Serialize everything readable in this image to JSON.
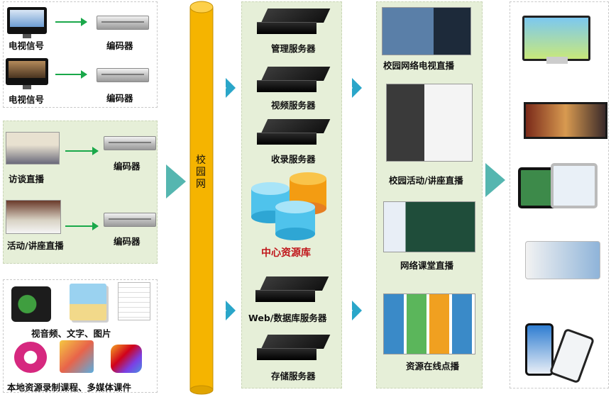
{
  "sources": {
    "tv_signal_1": "电视信号",
    "encoder_1": "编码器",
    "tv_signal_2": "电视信号",
    "encoder_2": "编码器",
    "interview_live": "访谈直播",
    "encoder_3": "编码器",
    "activity_lecture_live": "活动/讲座直播",
    "encoder_4": "编码器",
    "media_types": "视音频、文字、图片",
    "local_recording": "本地资源录制课程、多媒体课件"
  },
  "network": {
    "label": "校园网"
  },
  "servers": {
    "management": "管理服务器",
    "video": "视频服务器",
    "recording": "收录服务器",
    "central_library": "中心资源库",
    "web_db": "Web/数据库服务器",
    "storage": "存储服务器"
  },
  "services": {
    "campus_tv_live": "校园网络电视直播",
    "campus_activity_live": "校园活动/讲座直播",
    "online_class_live": "网络课堂直播",
    "resource_vod": "资源在线点播"
  },
  "colors": {
    "green_panel": "#e6efd8",
    "network_bar": "#f5b400",
    "arrow_green": "#1aa84a",
    "chevron_blue": "#2aa6c9",
    "highlight_red": "#c0161b"
  }
}
